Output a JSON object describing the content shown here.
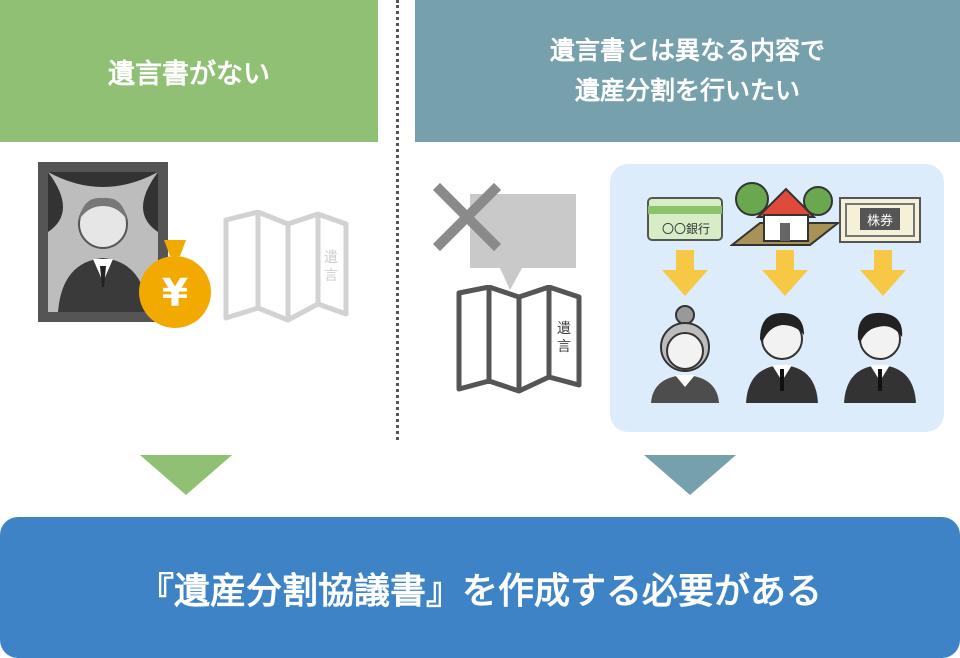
{
  "left_panel": {
    "title": "遺言書がない"
  },
  "right_panel": {
    "title_line1": "遺言書とは異なる内容で",
    "title_line2": "遺産分割を行いたい"
  },
  "labels": {
    "will": "遺言",
    "yen": "¥",
    "bank": "〇〇銀行",
    "stock": "株券"
  },
  "conclusion": "『遺産分割協議書』を作成する必要がある",
  "colors": {
    "green": "#8fc074",
    "teal": "#76a0ac",
    "blue": "#3d83c6",
    "light_blue": "#dcecfb",
    "arrow_yellow": "#f7c845"
  }
}
